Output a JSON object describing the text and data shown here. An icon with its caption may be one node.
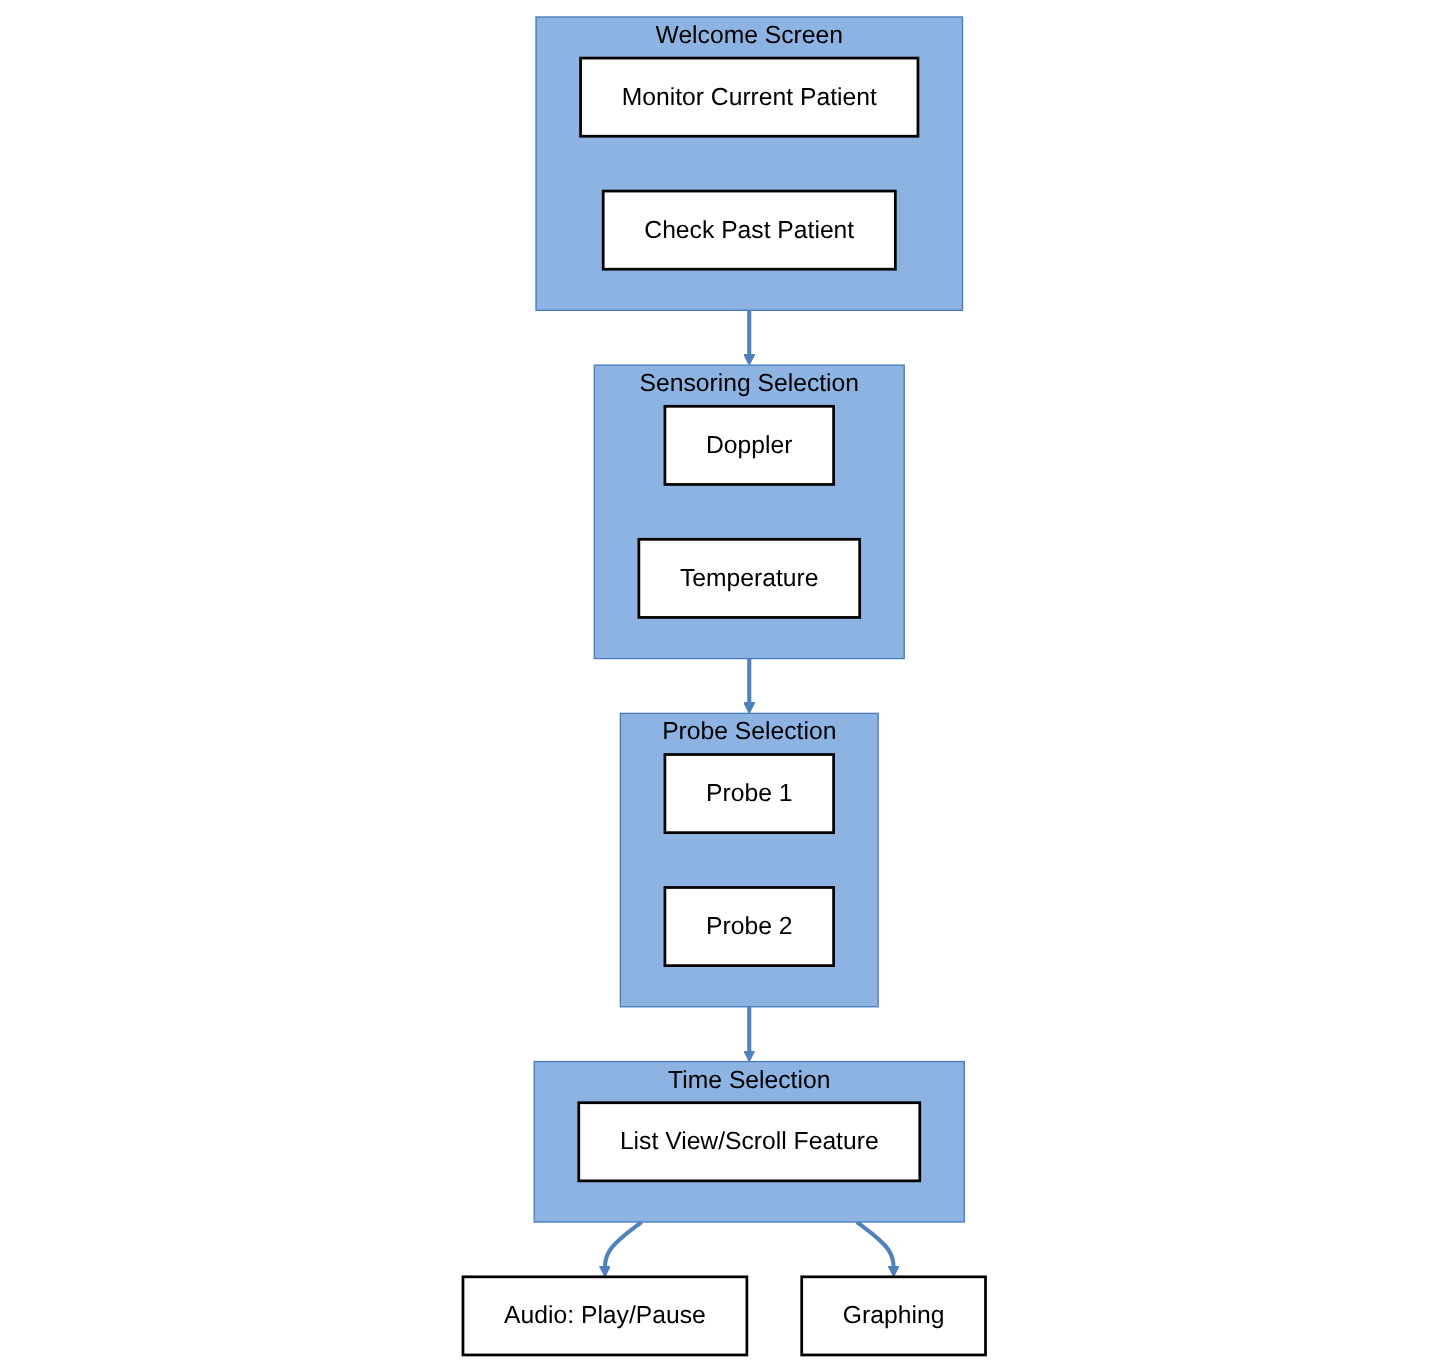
{
  "diagram": {
    "nodes": [
      {
        "text": [
          "Welcome Screen"
        ]
      },
      {
        "text": [
          "Monitor Current Patient"
        ],
        "in": 0
      },
      {
        "text": [
          "Check Past Patient"
        ],
        "in": 0
      },
      {
        "text": [
          "Sensoring Selection"
        ]
      },
      {
        "text": [
          "Doppler"
        ],
        "in": 3
      },
      {
        "text": [
          "Temperature"
        ],
        "in": 3
      },
      {
        "text": [
          "Probe Selection"
        ]
      },
      {
        "text": [
          "Probe 1"
        ],
        "in": 6
      },
      {
        "text": [
          "Probe 2"
        ],
        "in": 6
      },
      {
        "text": [
          "Time Selection"
        ]
      },
      {
        "text": [
          "List View/Scroll Feature"
        ],
        "in": 9
      },
      {
        "text": [
          "Audio: Play/Pause"
        ]
      },
      {
        "text": [
          "Graphing"
        ]
      }
    ],
    "edges": [
      {
        "from": 0,
        "to": 3,
        "arrow": "to"
      },
      {
        "from": 3,
        "to": 6,
        "arrow": "to"
      },
      {
        "from": 6,
        "to": 9,
        "arrow": "to"
      },
      {
        "from": 9,
        "to": 11,
        "arrow": "to"
      },
      {
        "from": 9,
        "to": 12,
        "arrow": "to"
      }
    ]
  }
}
